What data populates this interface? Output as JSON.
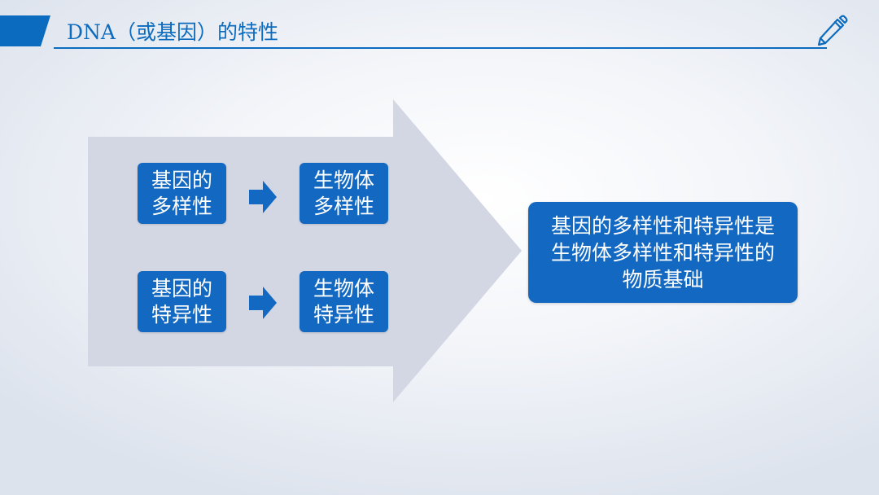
{
  "header": {
    "title": "DNA（或基因）的特性",
    "icon": "pen-icon",
    "accent_color": "#0b6bbf"
  },
  "diagram": {
    "rows": [
      {
        "cause": [
          "基因的",
          "多样性"
        ],
        "effect": [
          "生物体",
          "多样性"
        ]
      },
      {
        "cause": [
          "基因的",
          "特异性"
        ],
        "effect": [
          "生物体",
          "特异性"
        ]
      }
    ],
    "conclusion": [
      "基因的多样性和特异性是",
      "生物体多样性和特异性的",
      "物质基础"
    ],
    "box_color": "#1369c2",
    "big_arrow_color": "#d3d7e4"
  }
}
